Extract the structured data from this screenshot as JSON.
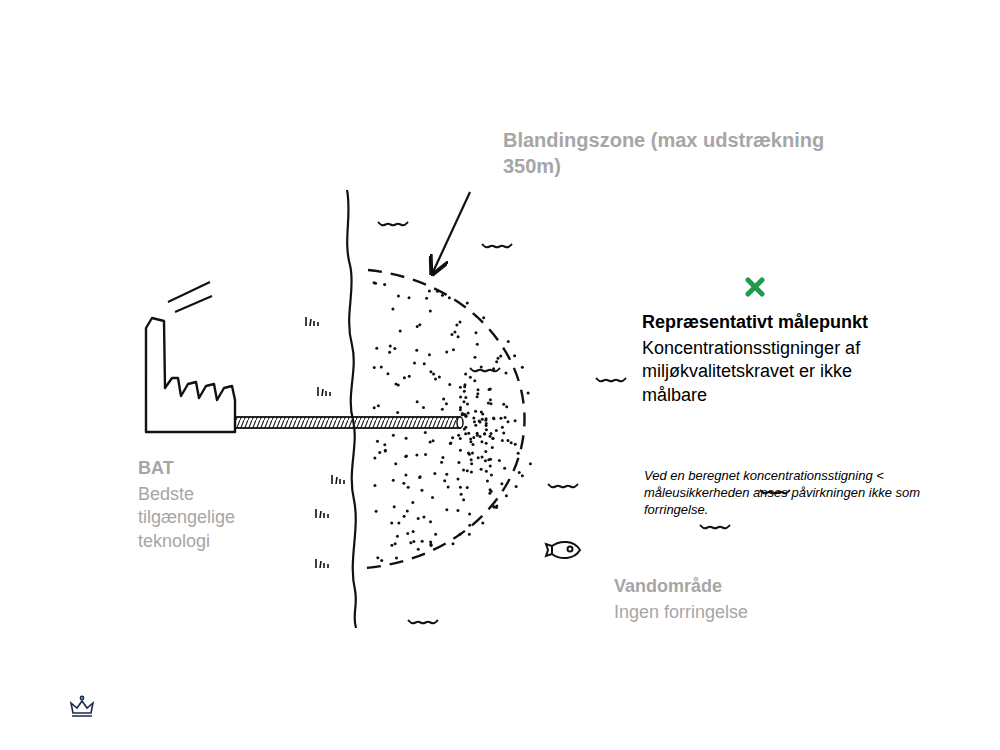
{
  "diagram": {
    "labels": [
      "Blandingszone (max udstrækning 350m)",
      "Repræsentativt målepunkt",
      "Koncentrationsstigninger af miljøkvalitetskravet er ikke målbare",
      "Ved en beregnet koncentrationsstigning < måleusikkerheden anses påvirkningen ikke som forringelse.",
      "BAT",
      "Bedste tilgængelige teknologi",
      "Vandområde",
      "Ingen forringelse"
    ]
  }
}
